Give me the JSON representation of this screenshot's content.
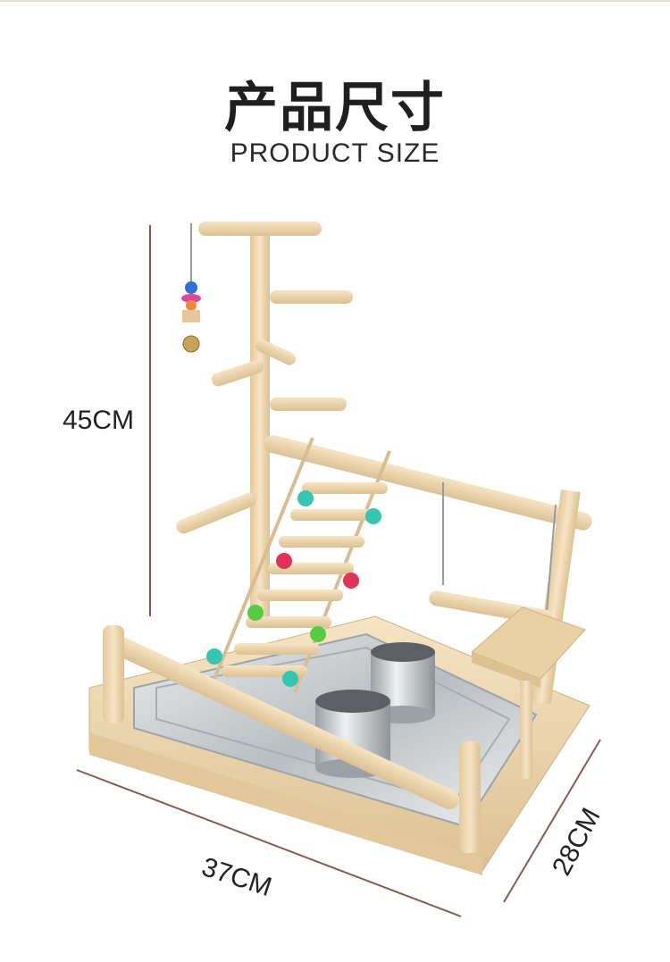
{
  "header": {
    "title_cn": "产品尺寸",
    "title_en": "PRODUCT SIZE"
  },
  "dimensions": {
    "height": "45CM",
    "width": "37CM",
    "depth": "28CM"
  },
  "colors": {
    "dimension_line": "#8a5a52",
    "wood": "#efd9b4",
    "wood_dark": "#d9bd92",
    "tray": "#cfd3d6"
  }
}
